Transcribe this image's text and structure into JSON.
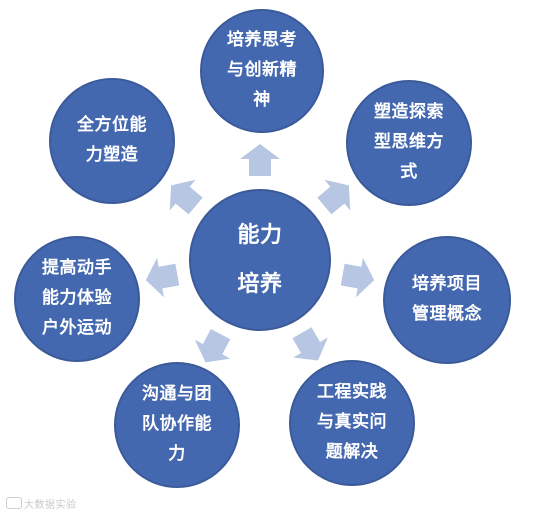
{
  "center": {
    "label": "能力\n培养"
  },
  "nodes": [
    {
      "id": "top",
      "label": "培养思考\n与创新精\n神"
    },
    {
      "id": "top-right",
      "label": "塑造探索\n型思维方\n式"
    },
    {
      "id": "right",
      "label": "培养项目\n管理概念"
    },
    {
      "id": "bottom-right",
      "label": "工程实践\n与真实问\n题解决"
    },
    {
      "id": "bottom-left",
      "label": "沟通与团\n队协作能\n力"
    },
    {
      "id": "left",
      "label": "提高动手\n能力体验\n户外运动"
    },
    {
      "id": "top-left",
      "label": "全方位能\n力塑造"
    }
  ],
  "watermark": "大数据实验",
  "colors": {
    "circle_fill": "#4468b0",
    "circle_edge": "#3b5a9a",
    "arrow_fill": "#b6c6e3",
    "text": "#ffffff"
  }
}
